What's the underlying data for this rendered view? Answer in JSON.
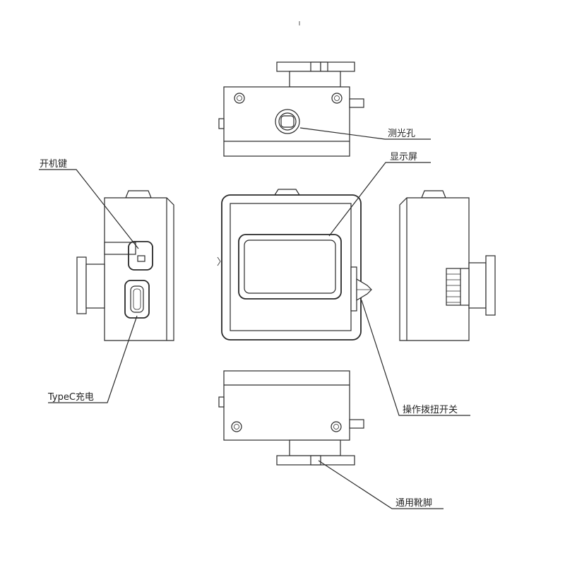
{
  "labels": {
    "light_hole": "测光孔",
    "display": "显示屏",
    "power_key": "开机键",
    "typec": "TypeC充电",
    "dial_switch": "操作拨扭开关",
    "hot_shoe": "通用靴脚"
  },
  "colors": {
    "line": "#2a2a2a",
    "background": "#ffffff",
    "text": "#222222"
  },
  "icons": [
    "screw-icon",
    "typec-port-icon",
    "power-button-icon",
    "dial-switch-icon"
  ]
}
